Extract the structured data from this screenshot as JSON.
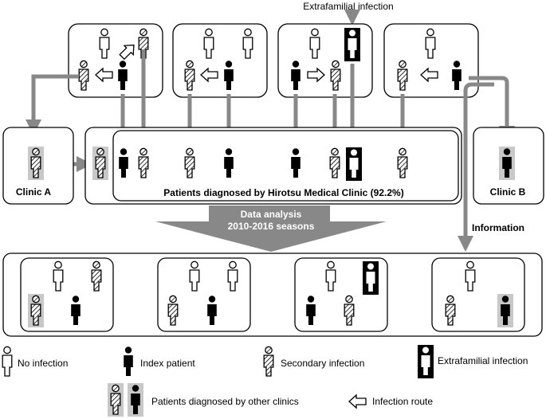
{
  "labels": {
    "extrafamilial_top": "Extrafamilial infection",
    "clinic_a": "Clinic A",
    "clinic_b": "Clinic B",
    "hirotsu": "Patients diagnosed by Hirotsu Medical Clinic (92.2%)",
    "analysis_line1": "Data analysis",
    "analysis_line2": "2010-2016 seasons",
    "information": "Information"
  },
  "legend": {
    "no_infection": "No infection",
    "index_patient": "Index patient",
    "secondary_infection": "Secondary infection",
    "extrafamilial_infection": "Extrafamilial infection",
    "other_clinics": "Patients diagnosed by other clinics",
    "infection_route": "Infection route"
  },
  "icon_types": [
    "no-infection",
    "index-patient",
    "secondary-infection",
    "extrafamilial-infection"
  ],
  "colors": {
    "arrow_gray": "#888888",
    "other_clinic_bg": "#c8c8c8",
    "index_fill": "#000000",
    "outline": "#000000"
  }
}
